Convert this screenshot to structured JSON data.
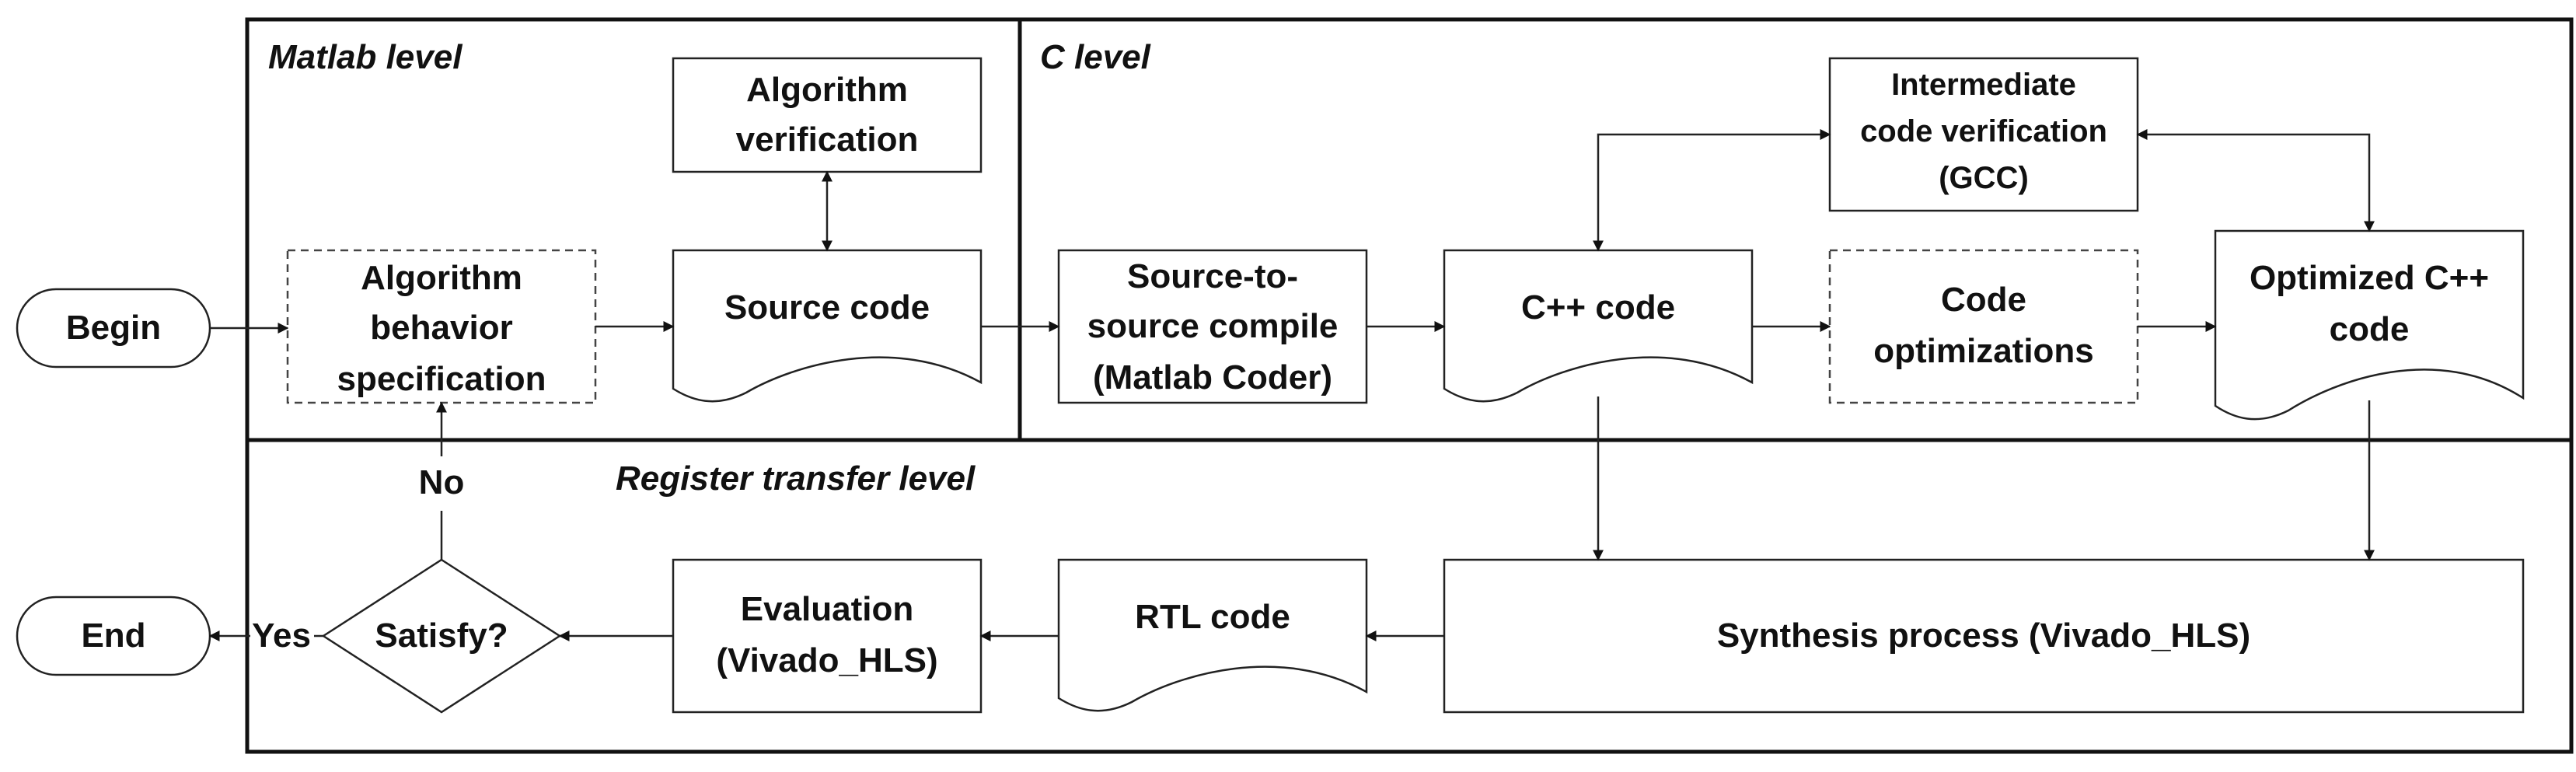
{
  "regions": {
    "matlab": "Matlab level",
    "c": "C level",
    "rtl": "Register transfer level"
  },
  "nodes": {
    "begin": "Begin",
    "end": "End",
    "algo_behavior": [
      "Algorithm",
      "behavior",
      "specification"
    ],
    "algo_verification": [
      "Algorithm",
      "verification"
    ],
    "source_code": "Source code",
    "s2s_compile": [
      "Source-to-",
      "source compile",
      "(Matlab Coder)"
    ],
    "cpp_code": "C++ code",
    "intermediate_verif": [
      "Intermediate",
      "code verification",
      "(GCC)"
    ],
    "code_opt": [
      "Code",
      "optimizations"
    ],
    "optimized_cpp": [
      "Optimized C++",
      "code"
    ],
    "synthesis": "Synthesis process (Vivado_HLS)",
    "rtl_code": "RTL code",
    "evaluation": [
      "Evaluation",
      "(Vivado_HLS)"
    ],
    "satisfy": "Satisfy?"
  },
  "edge_labels": {
    "no": "No",
    "yes": "Yes"
  }
}
